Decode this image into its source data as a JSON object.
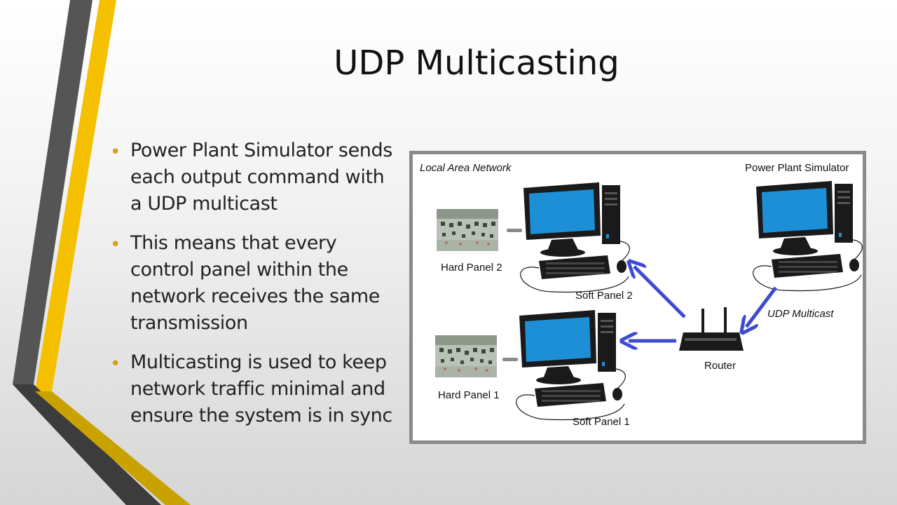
{
  "slide": {
    "title": "UDP Multicasting",
    "bullets": [
      "Power Plant Simulator sends each output command with a UDP multicast",
      "This means that every control panel within the network receives the same transmission",
      "Multicasting is used to keep network traffic minimal and ensure the system is in sync"
    ]
  },
  "diagram": {
    "network_label": "Local Area Network",
    "simulator_label": "Power Plant Simulator",
    "router_label": "Router",
    "multicast_label": "UDP Multicast",
    "soft_panel_2": "Soft Panel 2",
    "soft_panel_1": "Soft Panel 1",
    "hard_panel_2": "Hard Panel 2",
    "hard_panel_1": "Hard Panel 1"
  },
  "colors": {
    "accent_yellow": "#f5c000",
    "accent_gray": "#555555",
    "accent_dark_yellow": "#c9a200",
    "bullet": "#d4a017",
    "arrow": "#3e4ad0",
    "screen": "#1d8fd6",
    "frame": "#8a8a8a"
  }
}
